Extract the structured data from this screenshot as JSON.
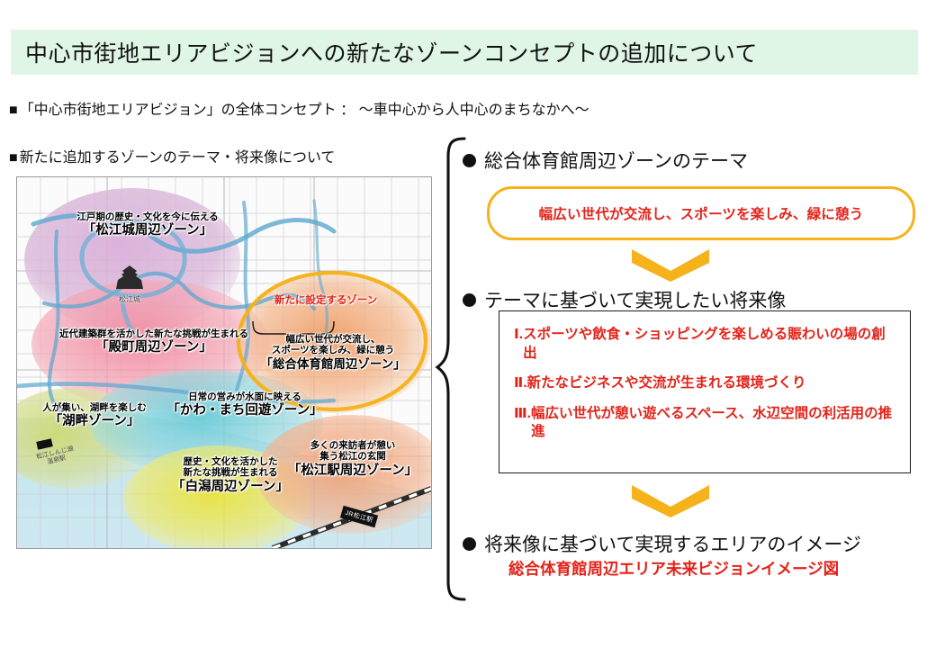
{
  "title": "中心市街地エリアビジョンへの新たなゾーンコンセプトの追加について",
  "bullets": {
    "square": "■",
    "concept": "「中心市街地エリアビジョン」の全体コンセプト ： ～車中心から人中心のまちなかへ～",
    "new_zone": "新たに追加するゾーンのテーマ・将来像について"
  },
  "map": {
    "new_zone_note": "新たに設定するゾーン",
    "castle_icon_caption": "松江城",
    "lake_caption": "松江しんじ湖\n温泉駅",
    "station_tag": "JR松江駅",
    "zones": [
      {
        "id": "matsue-castle",
        "sub": "江戸期の歴史・文化を今に伝える",
        "main": "「松江城周辺ゾーン」",
        "color": "#d9b6d8"
      },
      {
        "id": "tonomachi",
        "sub": "近代建築群を活かした新たな挑戦が生まれる",
        "main": "「殿町周辺ゾーン」",
        "color": "#f2a7b4"
      },
      {
        "id": "kohan",
        "sub": "人が集い、湖畔を楽しむ",
        "main": "「湖畔ゾーン」",
        "color": "#c8d98a"
      },
      {
        "id": "kawa-machi",
        "sub": "日常の営みが水面に映える",
        "main": "「かわ・まち回遊ゾーン」",
        "color": "#8fd3d8"
      },
      {
        "id": "shirakata",
        "sub": "歴史・文化を活かした\n新たな挑戦が生まれる",
        "main": "「白潟周辺ゾーン」",
        "color": "#e8e23c"
      },
      {
        "id": "matsue-station",
        "sub": "多くの来訪者が憩い\n集う松江の玄関",
        "main": "「松江駅周辺ゾーン」",
        "color": "#f1b48c"
      },
      {
        "id": "gymnasium",
        "sub": "幅広い世代が交流し、\nスポーツを楽しみ、緑に憩う",
        "main": "「総合体育館周辺ゾーン」",
        "color": "#f3b07e"
      }
    ]
  },
  "right": {
    "head_theme": "総合体育館周辺ゾーンのテーマ",
    "theme_text": "幅広い世代が交流し、スポーツを楽しみ、緑に憩う",
    "head_future": "テーマに基づいて実現したい将来像",
    "future_items": [
      {
        "num": "Ⅰ.",
        "text": "スポーツや飲食・ショッピングを楽しめる賑わいの場の創出"
      },
      {
        "num": "Ⅱ.",
        "text": "新たなビジネスや交流が生まれる環境づくり"
      },
      {
        "num": "Ⅲ.",
        "text": "幅広い世代が憩い遊べるスペース、水辺空間の利活用の推進"
      }
    ],
    "head_image": "将来像に基づいて実現するエリアのイメージ",
    "image_caption": "総合体育館周辺エリア未来ビジョンイメージ図"
  },
  "colors": {
    "title_band": "#dff5e6",
    "accent_gold": "#F5B21A",
    "accent_red": "#e2231a",
    "ink": "#111111"
  }
}
